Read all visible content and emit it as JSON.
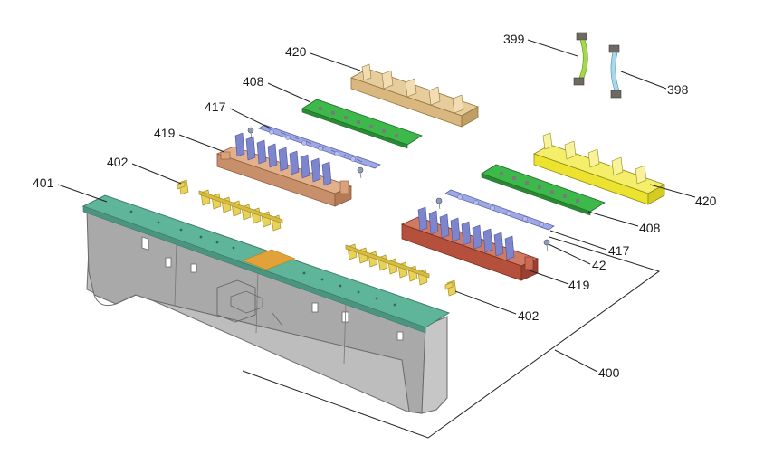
{
  "labels": {
    "l420_top": "420",
    "l408_top": "408",
    "l417_top": "417",
    "l419_top": "419",
    "l402_top": "402",
    "l401": "401",
    "l399": "399",
    "l398": "398",
    "l420_right": "420",
    "l408_right": "408",
    "l417_right": "417",
    "l42": "42",
    "l419_right": "419",
    "l402_right": "402",
    "l400": "400"
  },
  "colors": {
    "tan_bracket": "#d9b77e",
    "green_pcb": "#3db84a",
    "lavender_strip": "#9ea8e6",
    "copper_housing": "#c8906a",
    "red_housing": "#b5503c",
    "yellow_bracket": "#ece331",
    "yellow_part": "#e8d25a",
    "teal_board": "#5fb59a",
    "gray_panel": "#a6a6a6",
    "cable_green": "#a4d94a",
    "cable_blue": "#a8d8ec",
    "connector": "#6e6a63"
  }
}
